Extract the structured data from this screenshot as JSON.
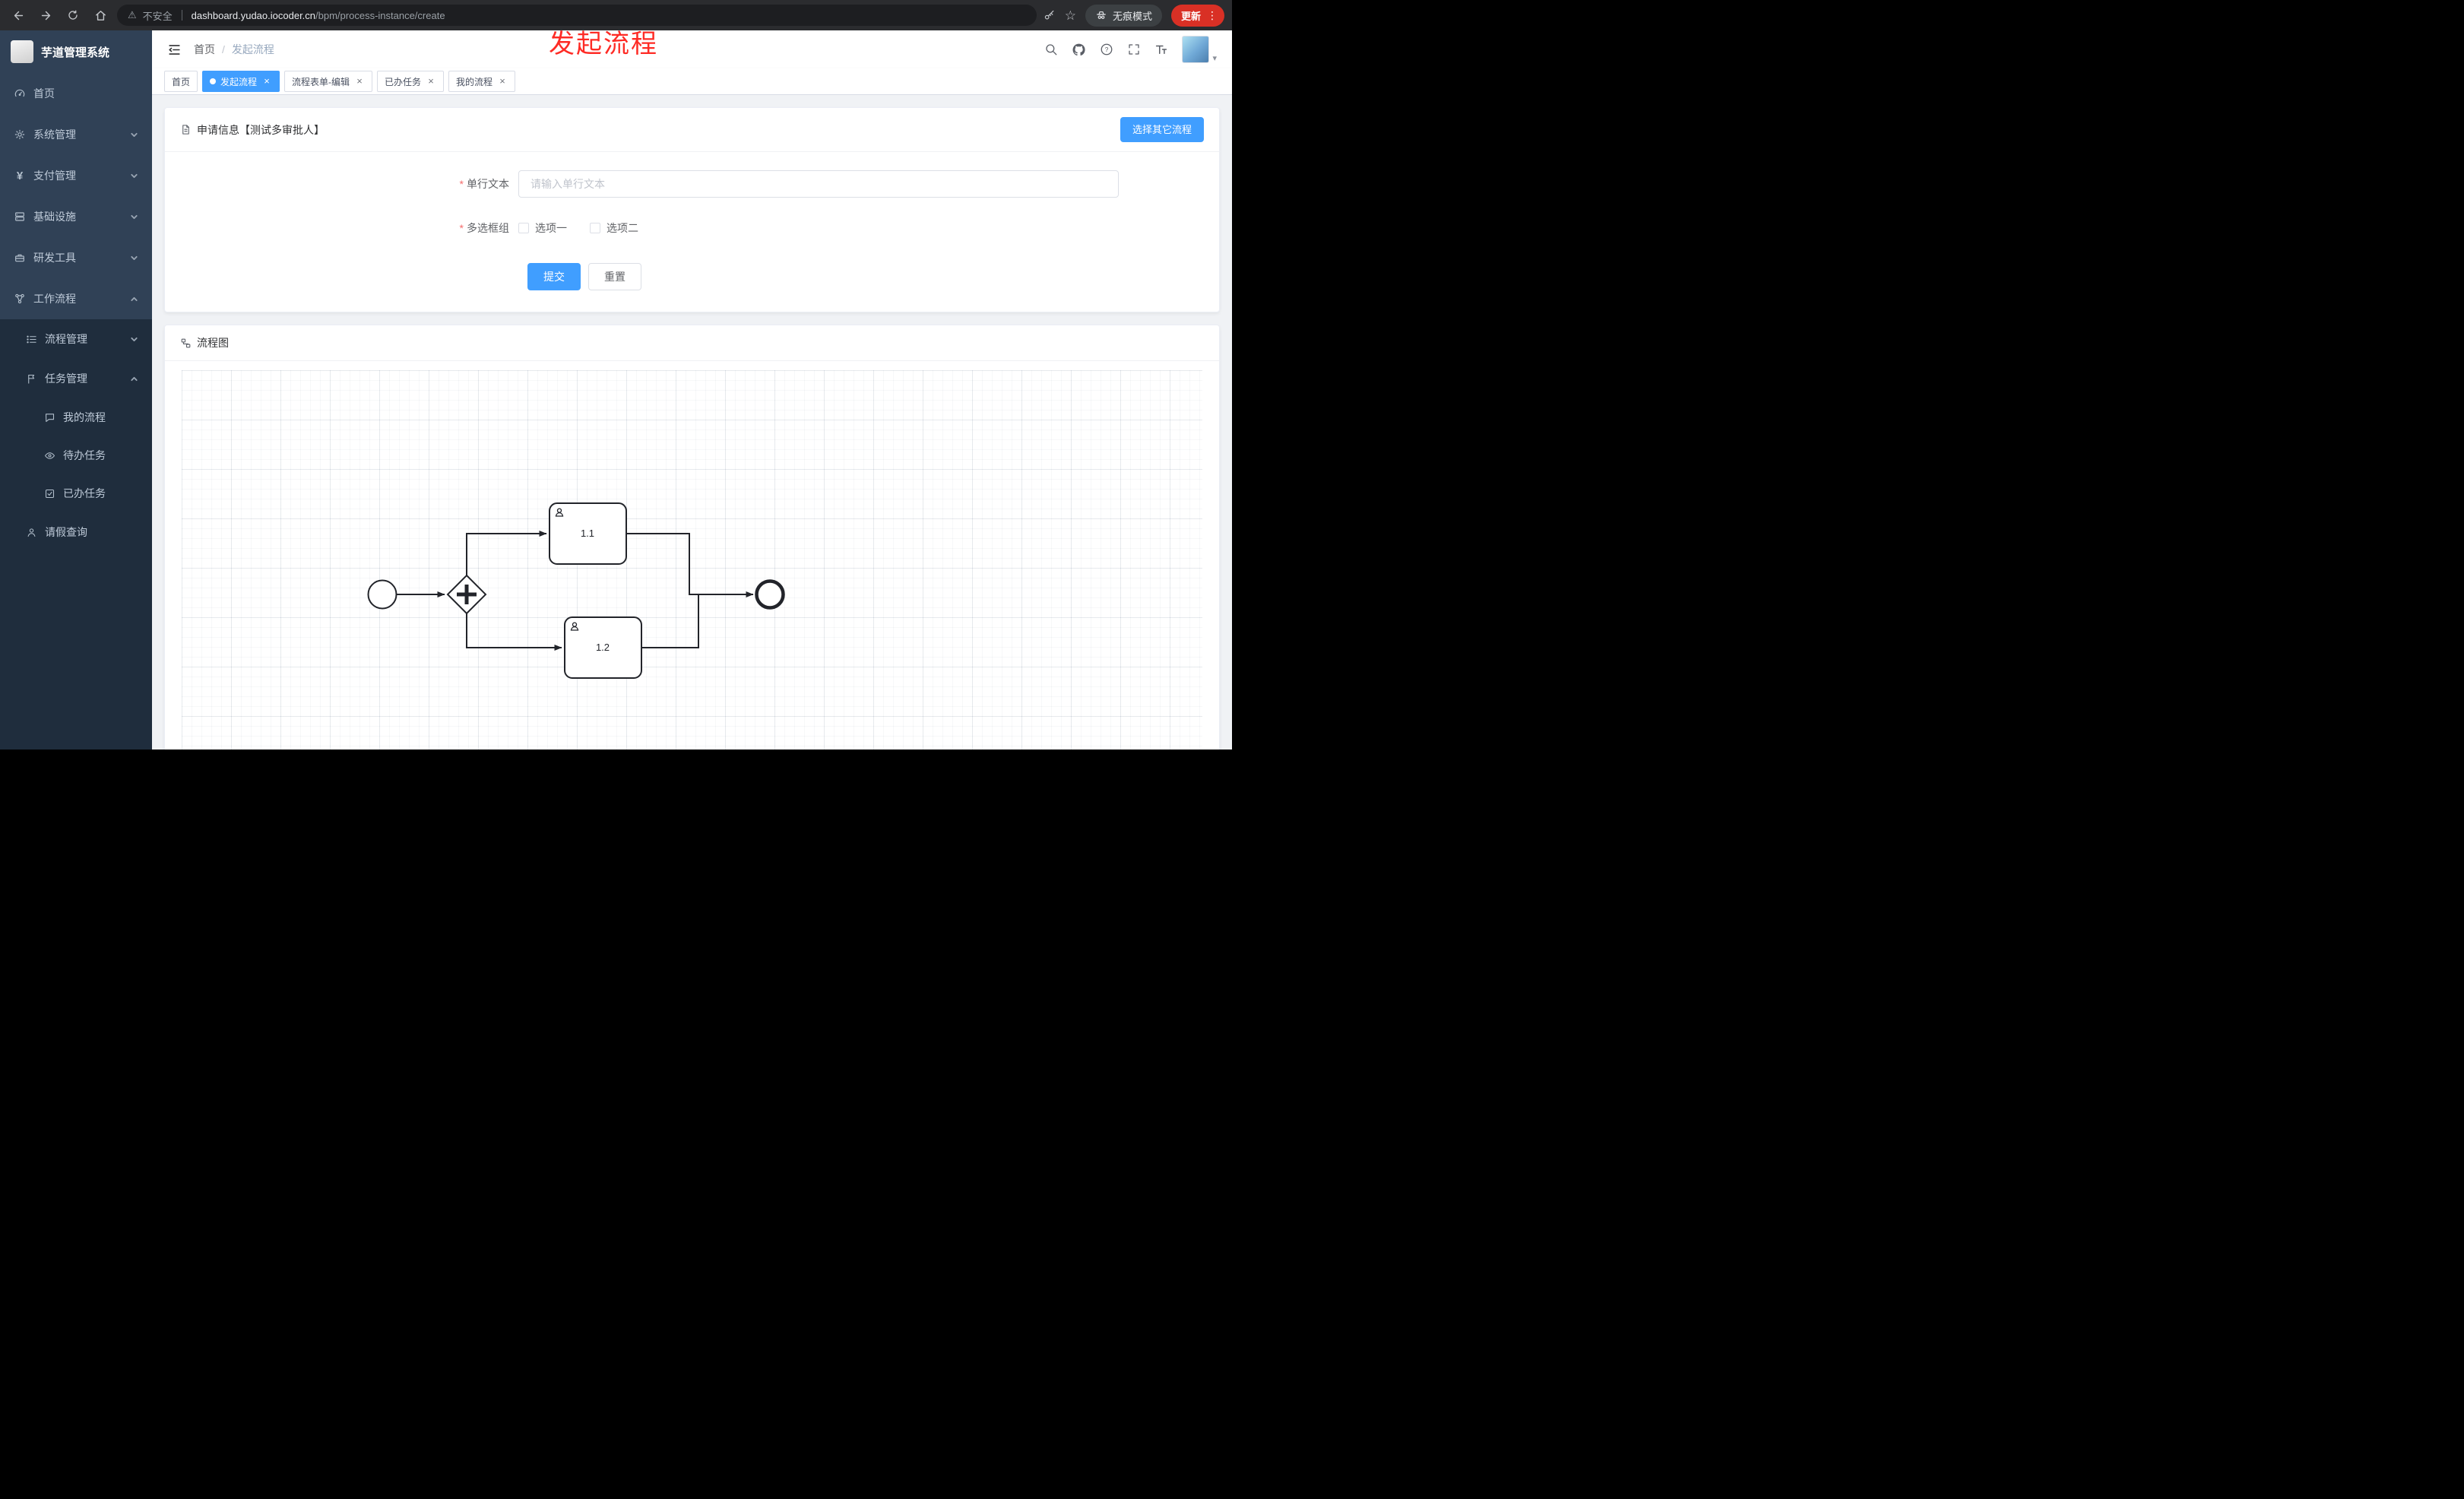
{
  "browser": {
    "security_label": "不安全",
    "url_domain": "dashboard.yudao.iocoder.cn",
    "url_path": "/bpm/process-instance/create",
    "incognito_label": "无痕模式",
    "update_label": "更新"
  },
  "icons": {
    "close": "×",
    "menu_dots": "⋮",
    "star": "☆",
    "yen": "¥",
    "question": "?",
    "warning": "⚠",
    "caret_down": "▾"
  },
  "annotation": {
    "text": "发起流程",
    "color": "#fe2b25"
  },
  "sidebar": {
    "logo_title": "芋道管理系统",
    "items": [
      {
        "label": "首页"
      },
      {
        "label": "系统管理"
      },
      {
        "label": "支付管理"
      },
      {
        "label": "基础设施"
      },
      {
        "label": "研发工具"
      },
      {
        "label": "工作流程"
      }
    ],
    "workflow_children": [
      {
        "label": "流程管理"
      },
      {
        "label": "任务管理"
      }
    ],
    "task_children": [
      {
        "label": "我的流程"
      },
      {
        "label": "待办任务"
      },
      {
        "label": "已办任务"
      }
    ],
    "leave_query": {
      "label": "请假查询"
    }
  },
  "topbar": {
    "breadcrumb": [
      "首页",
      "发起流程"
    ],
    "breadcrumb_separator": "/"
  },
  "tabs": [
    {
      "label": "首页",
      "active": false,
      "closable": false
    },
    {
      "label": "发起流程",
      "active": true,
      "closable": true
    },
    {
      "label": "流程表单-编辑",
      "active": false,
      "closable": true
    },
    {
      "label": "已办任务",
      "active": false,
      "closable": true
    },
    {
      "label": "我的流程",
      "active": false,
      "closable": true
    }
  ],
  "form_card": {
    "title": "申请信息【测试多审批人】",
    "select_other_label": "选择其它流程",
    "required_mark": "*",
    "fields": [
      {
        "label": "单行文本",
        "required": true,
        "type": "text",
        "value": "",
        "placeholder": "请输入单行文本"
      },
      {
        "label": "多选框组",
        "required": true,
        "type": "checkbox-group",
        "options": [
          "选项一",
          "选项二"
        ],
        "checked": [
          false,
          false
        ]
      }
    ],
    "submit_label": "提交",
    "reset_label": "重置"
  },
  "diagram_card": {
    "title": "流程图",
    "type": "bpmn-preview",
    "gateway": "parallel",
    "tasks": [
      "1.1",
      "1.2"
    ]
  },
  "colors": {
    "accent": "#409eff",
    "sidebar_bg": "#304156",
    "sidebar_sub_bg": "#1f2d3d",
    "update_button": "#d93025",
    "annotation_red": "#fe2b25",
    "content_bg": "#f0f2f5"
  }
}
